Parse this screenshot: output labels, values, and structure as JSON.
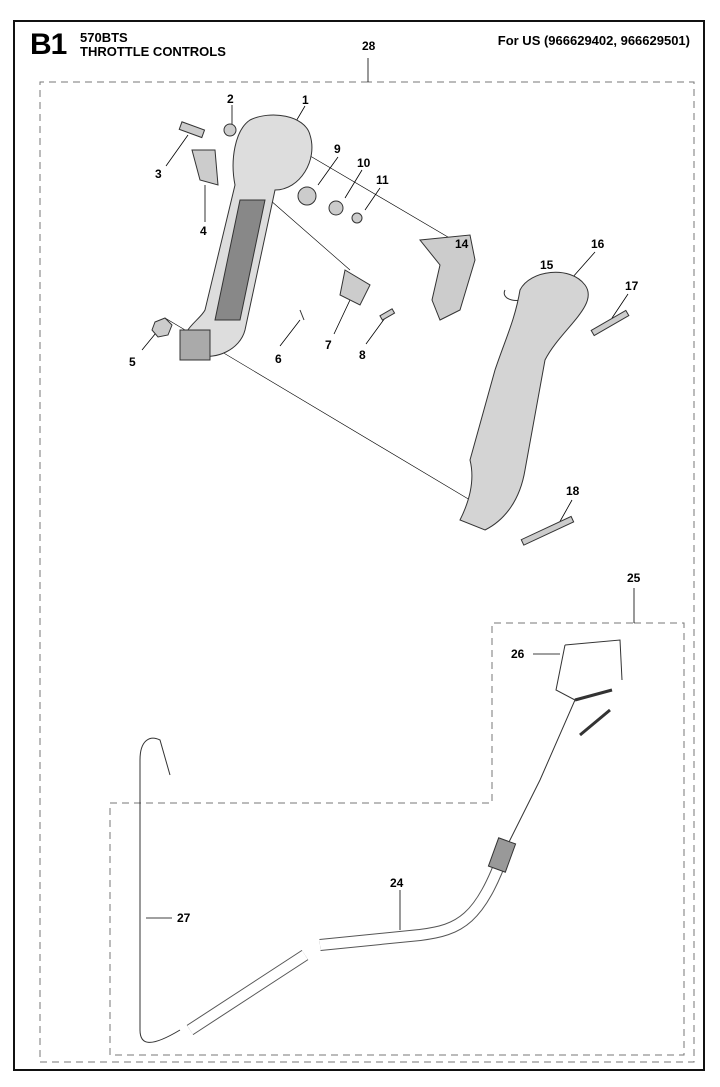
{
  "header": {
    "section": "B1",
    "model": "570BTS",
    "title": "THROTTLE CONTROLS",
    "region": "For US (966629402, 966629501)"
  },
  "callouts": [
    "1",
    "2",
    "3",
    "4",
    "5",
    "6",
    "7",
    "8",
    "9",
    "10",
    "11",
    "14",
    "15",
    "16",
    "17",
    "18",
    "24",
    "25",
    "26",
    "27",
    "28"
  ]
}
